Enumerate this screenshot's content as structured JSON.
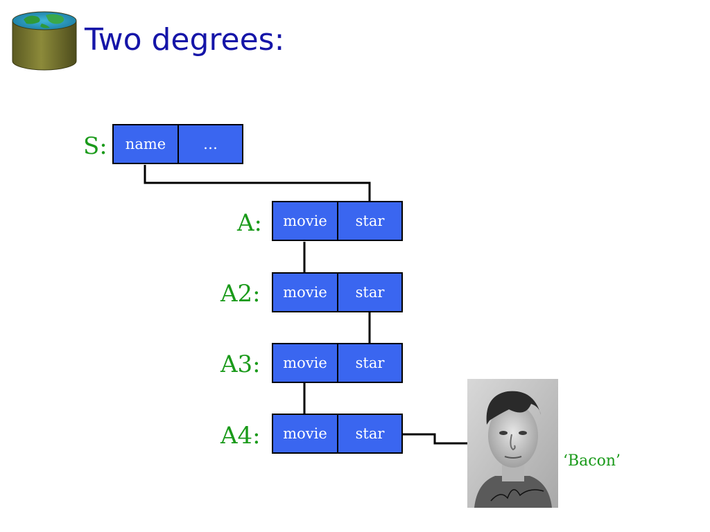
{
  "title": "Two degrees:",
  "colors": {
    "title": "#1515a8",
    "label": "#1a9a1a",
    "cell_fill": "#3a66f0",
    "cell_text": "#ffffff",
    "wire": "#000000"
  },
  "diagram": {
    "relations": [
      {
        "label": "S:",
        "fields": [
          "name",
          "…"
        ]
      },
      {
        "label": "A:",
        "fields": [
          "movie",
          "star"
        ]
      },
      {
        "label": "A2:",
        "fields": [
          "movie",
          "star"
        ]
      },
      {
        "label": "A3:",
        "fields": [
          "movie",
          "star"
        ]
      },
      {
        "label": "A4:",
        "fields": [
          "movie",
          "star"
        ]
      }
    ],
    "value_label": "‘Bacon’",
    "photo_subject": "portrait-photo"
  }
}
